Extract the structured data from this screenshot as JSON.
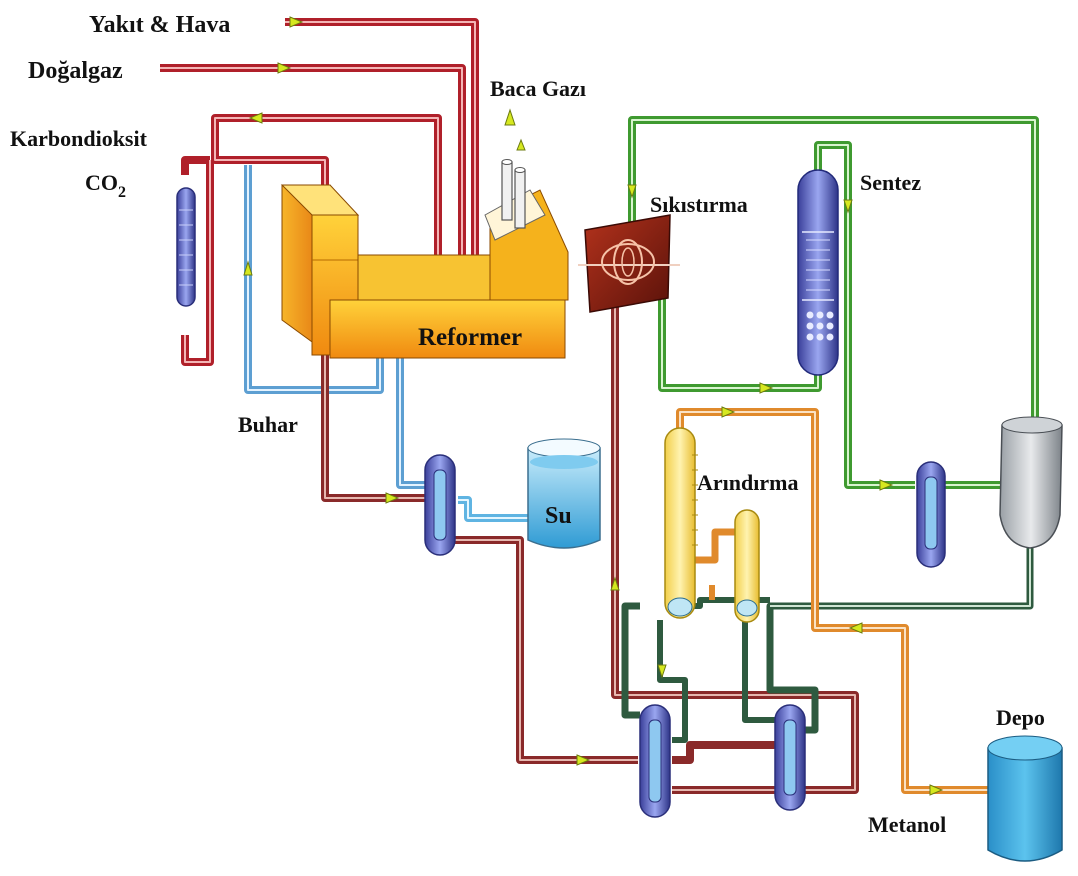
{
  "labels": {
    "fuel_air": "Yakıt & Hava",
    "natural_gas": "Doğalgaz",
    "flue_gas": "Baca Gazı",
    "co2_name": "Karbondioksit",
    "co2_formula": "CO",
    "co2_subscript": "2",
    "compression": "Sıkıstırma",
    "synthesis": "Sentez",
    "reformer": "Reformer",
    "steam": "Buhar",
    "water": "Su",
    "purification": "Arındırma",
    "storage": "Depo",
    "methanol": "Metanol"
  },
  "colors": {
    "feed_pipe": "#b0202a",
    "steam_pipe": "#7fb8e0",
    "water_pipe": "#7fc6ea",
    "synthesis_loop": "#4cae3c",
    "methanol_pipe": "#e59a45",
    "condensate_pipe": "#8a2a2a",
    "recycle_pipe": "#2e5a3f",
    "reformer": "#f3b21c",
    "reformer_hot": "#f07a10",
    "compressor": "#7a1a10",
    "vessel_blue": "#3a4fb8",
    "column_yellow": "#f7dc6f",
    "tank_water": "#3ba7d8",
    "tank_storage": "#2f9ad1",
    "flow_arrow": "#d6e81f"
  }
}
